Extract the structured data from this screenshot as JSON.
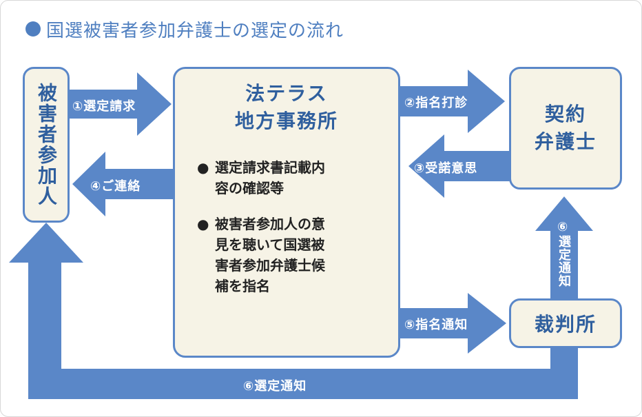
{
  "title": "国選被害者参加弁護士の選定の流れ",
  "colors": {
    "accent": "#4f7fc0",
    "arrow": "#5a87c8",
    "box_fill": "#f6f3e6",
    "box_text": "#2f5f9e",
    "body_text": "#222222"
  },
  "nodes": {
    "victim": "被害者参加人",
    "houterasu_line1": "法テラス",
    "houterasu_line2": "地方事務所",
    "lawyer_line1": "契約",
    "lawyer_line2": "弁護士",
    "court": "裁判所"
  },
  "bullets": {
    "mark": "●",
    "item1_line1": "選定請求書記載内",
    "item1_line2": "容の確認等",
    "item2_line1": "被害者参加人の意",
    "item2_line2": "見を聴いて国選被",
    "item2_line3": "害者参加弁護士候",
    "item2_line4": "補を指名"
  },
  "arrows": {
    "a1": "①選定請求",
    "a2": "②指名打診",
    "a3": "③受諾意思",
    "a4": "④ご連絡",
    "a5": "⑤指名通知",
    "a6_vertical_num": "⑥",
    "a6_vertical_text": "選定通知",
    "a6_bottom": "⑥選定通知"
  }
}
